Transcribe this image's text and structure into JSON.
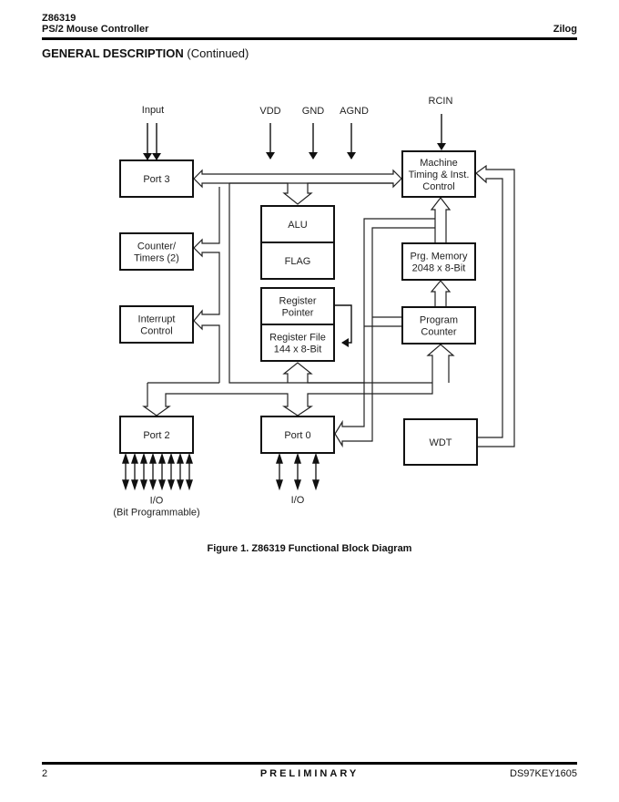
{
  "header": {
    "part_number": "Z86319",
    "product_name": "PS/2 Mouse Controller",
    "company": "Zilog"
  },
  "section": {
    "title_bold": "GENERAL DESCRIPTION",
    "title_suffix": "(Continued)"
  },
  "diagram": {
    "signals": {
      "input": "Input",
      "vdd": "VDD",
      "gnd": "GND",
      "agnd": "AGND",
      "rcin": "RCIN"
    },
    "blocks": {
      "port3": [
        "Port 3"
      ],
      "counter_timers": [
        "Counter/",
        "Timers (2)"
      ],
      "interrupt_control": [
        "Interrupt",
        "Control"
      ],
      "alu": [
        "ALU"
      ],
      "flag": [
        "FLAG"
      ],
      "register_pointer": [
        "Register",
        "Pointer"
      ],
      "register_file": [
        "Register File",
        "144 x 8-Bit"
      ],
      "machine_timing": [
        "Machine",
        "Timing &  Inst.",
        "Control"
      ],
      "program_memory": [
        "Prg. Memory",
        "2048 x 8-Bit"
      ],
      "program_counter": [
        "Program",
        "Counter"
      ],
      "port2": [
        "Port 2"
      ],
      "port0": [
        "Port 0"
      ],
      "wdt": [
        "WDT"
      ]
    },
    "io_labels": {
      "port2_io": [
        "I/O",
        "(Bit Programmable)"
      ],
      "port0_io": [
        "I/O"
      ]
    },
    "port2_pin_count": 8,
    "port0_pin_count": 3,
    "input_pin_count": 2
  },
  "figure": {
    "caption": "Figure 1.  Z86319 Functional Block Diagram"
  },
  "footer": {
    "page_number": "2",
    "status": "PRELIMINARY",
    "doc_id": "DS97KEY1605"
  }
}
